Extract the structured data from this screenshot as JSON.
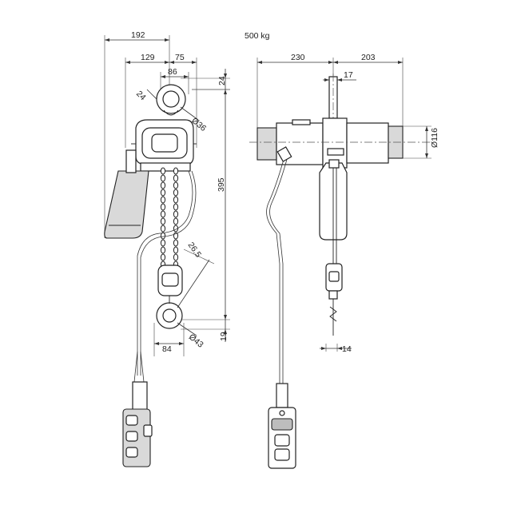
{
  "load_label": "500 kg",
  "front_view": {
    "dims": {
      "overall_width": "192",
      "left_offset": "129",
      "right_offset": "75",
      "wheel_width": "86",
      "top_offset": "24",
      "hook_angle_size": "24",
      "top_hook_diameter": "Ø36",
      "headroom": "395",
      "hook_opening": "26.5",
      "bottom_hook_width": "84",
      "bottom_hook_diameter": "Ø43",
      "bottom_offset": "19"
    }
  },
  "side_view": {
    "dims": {
      "left_length": "230",
      "right_length": "203",
      "top_hook_thickness": "17",
      "motor_diameter": "Ø116",
      "bottom_hook_thickness": "14"
    }
  }
}
